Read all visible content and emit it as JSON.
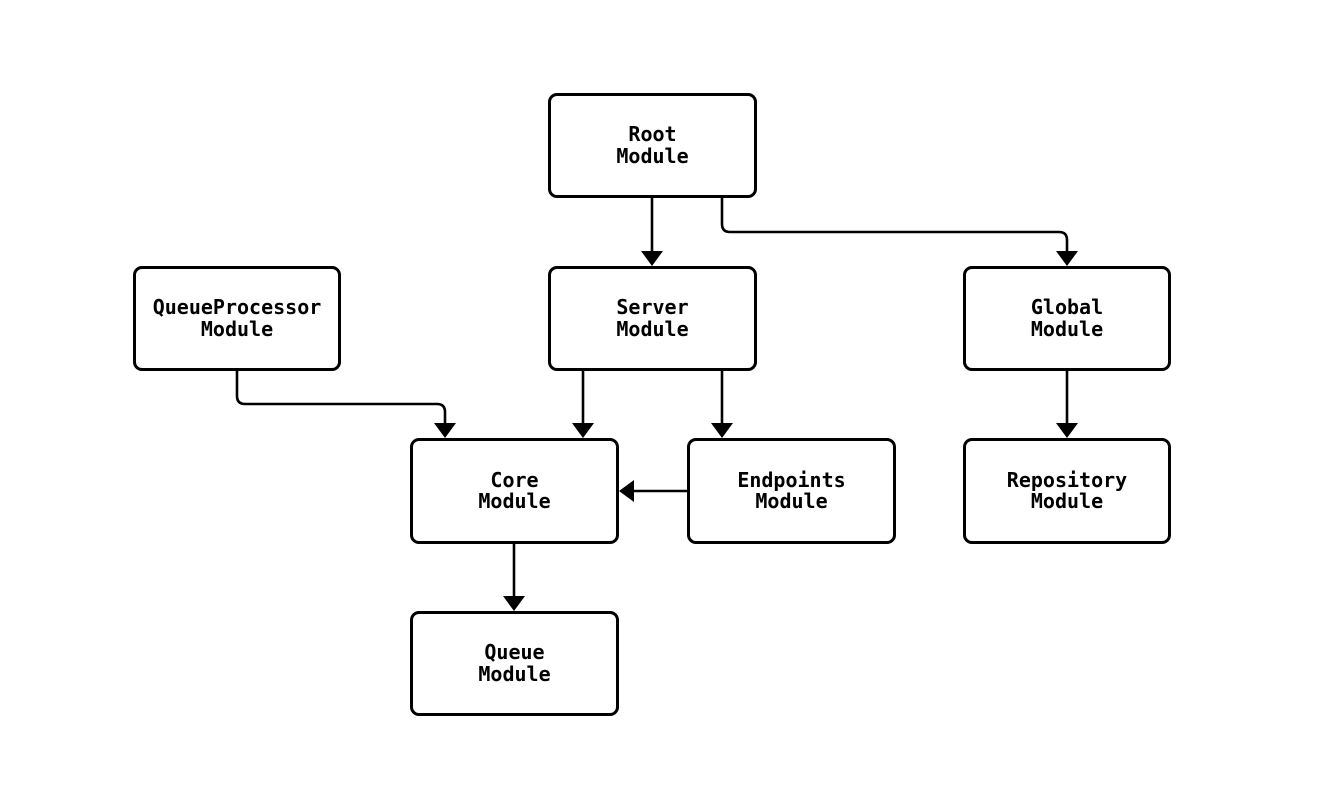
{
  "diagram": {
    "type": "flowchart",
    "background_color": "#ffffff",
    "node_fill_color": "#ffffff",
    "node_border_color": "#000000",
    "edge_color": "#000000",
    "text_color": "#000000",
    "nodes": {
      "root": {
        "line1": "Root",
        "line2": "Module"
      },
      "queueprocessor": {
        "line1": "QueueProcessor",
        "line2": "Module"
      },
      "server": {
        "line1": "Server",
        "line2": "Module"
      },
      "global": {
        "line1": "Global",
        "line2": "Module"
      },
      "core": {
        "line1": "Core",
        "line2": "Module"
      },
      "endpoints": {
        "line1": "Endpoints",
        "line2": "Module"
      },
      "repository": {
        "line1": "Repository",
        "line2": "Module"
      },
      "queue": {
        "line1": "Queue",
        "line2": "Module"
      }
    },
    "edges": [
      {
        "from": "Root Module",
        "to": "Server Module"
      },
      {
        "from": "Root Module",
        "to": "Global Module"
      },
      {
        "from": "QueueProcessor Module",
        "to": "Core Module"
      },
      {
        "from": "Server Module",
        "to": "Core Module"
      },
      {
        "from": "Server Module",
        "to": "Endpoints Module"
      },
      {
        "from": "Endpoints Module",
        "to": "Core Module"
      },
      {
        "from": "Global Module",
        "to": "Repository Module"
      },
      {
        "from": "Core Module",
        "to": "Queue Module"
      }
    ]
  }
}
